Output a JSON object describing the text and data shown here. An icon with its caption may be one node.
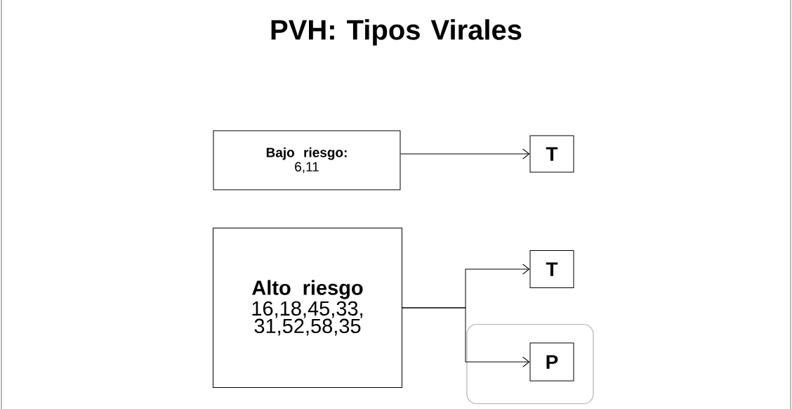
{
  "diagram": {
    "title": "PVH: Tipos Virales",
    "nodes": [
      {
        "text": [
          "Bajo riesgo:",
          "6,11"
        ]
      },
      {
        "text": [
          "T"
        ]
      },
      {
        "text": [
          "Alto riesgo",
          "16,18,45,33, 31,52,58,35"
        ]
      },
      {
        "text": [
          "T"
        ]
      },
      {
        "text": [],
        "shape": "box"
      },
      {
        "text": [
          "P"
        ],
        "in": 4
      }
    ],
    "edges": [
      {
        "from": 0,
        "to": 1,
        "arrow": "to"
      },
      {
        "from": 2,
        "to": 3,
        "arrow": "to"
      },
      {
        "from": 2,
        "to": 5,
        "arrow": "to"
      }
    ]
  }
}
